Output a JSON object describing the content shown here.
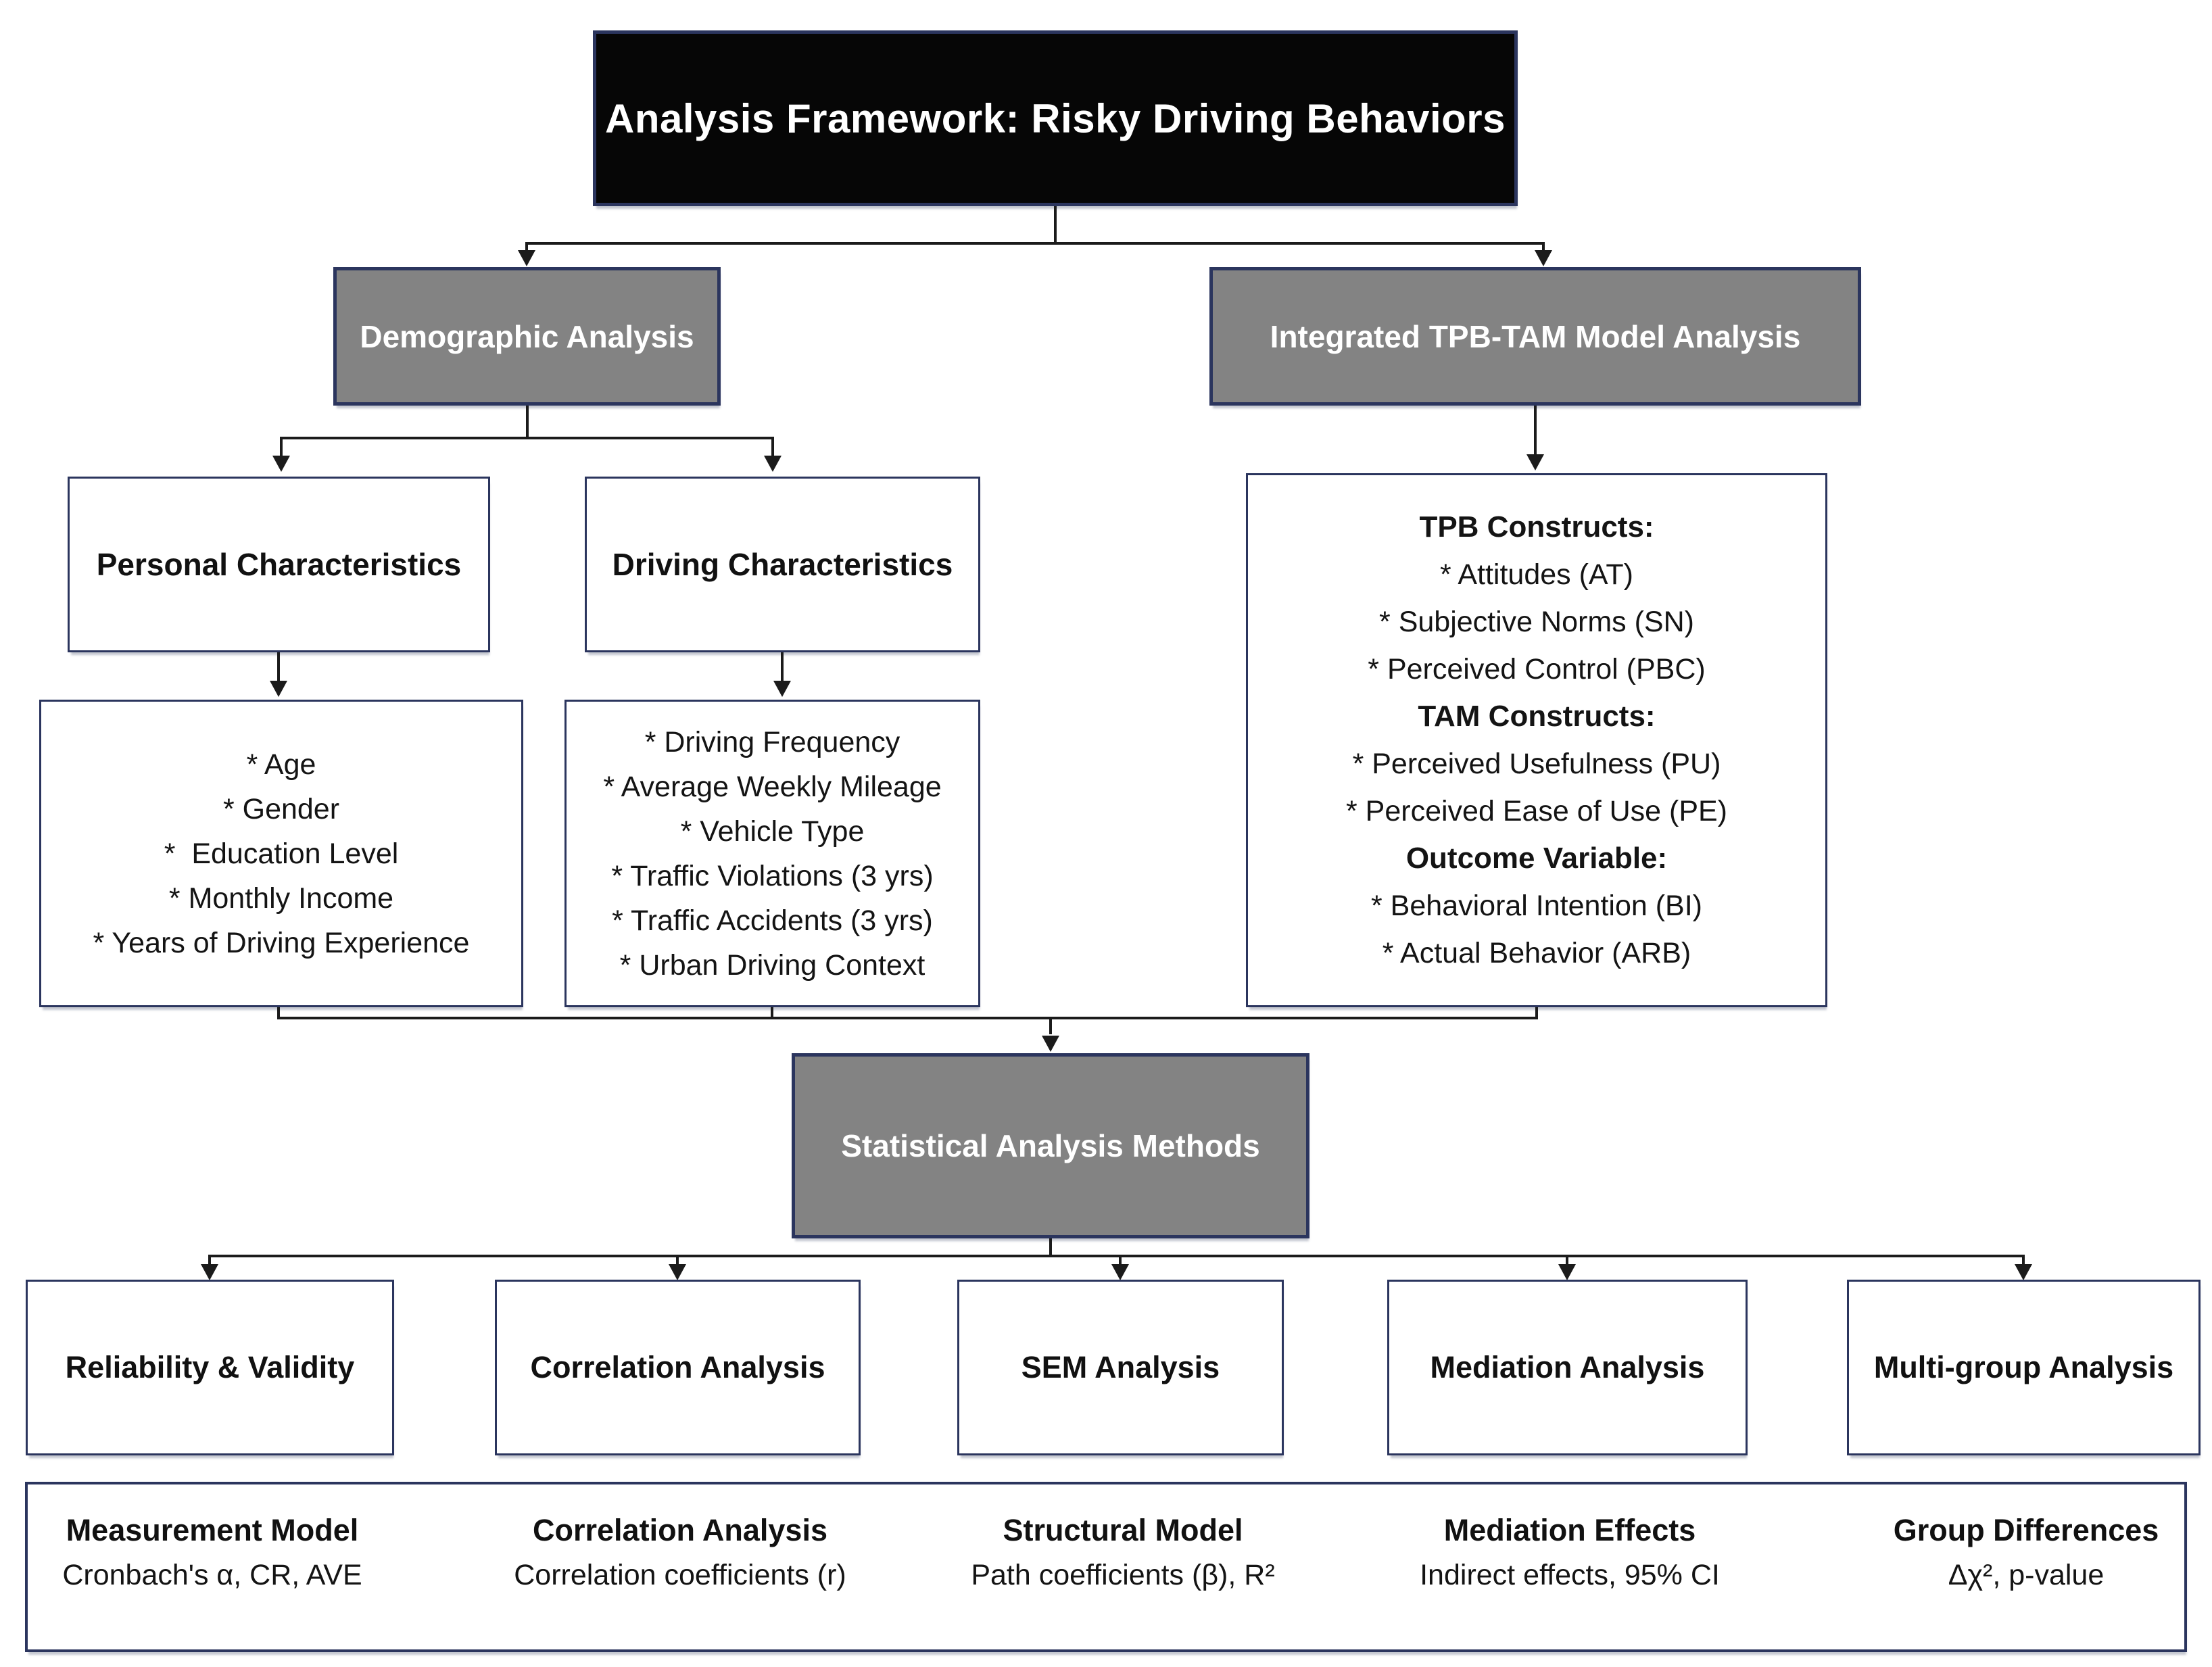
{
  "title": "Analysis Framework: Risky Driving Behaviors",
  "level1": {
    "demographic_label": "Demographic Analysis",
    "tpb_tam_label": "Integrated TPB-TAM Model Analysis"
  },
  "personal": {
    "label": "Personal Characteristics",
    "items": [
      "* Age",
      "* Gender",
      "*  Education Level",
      "* Monthly Income",
      "* Years of Driving Experience"
    ]
  },
  "driving": {
    "label": "Driving Characteristics",
    "items": [
      "* Driving Frequency",
      "* Average Weekly Mileage",
      "* Vehicle Type",
      "* Traffic Violations (3 yrs)",
      "* Traffic Accidents (3 yrs)",
      "* Urban Driving Context"
    ]
  },
  "tpb_tam_box": {
    "lines": [
      {
        "text": "TPB Constructs:",
        "bold": true
      },
      {
        "text": "* Attitudes (AT)",
        "bold": false
      },
      {
        "text": "* Subjective Norms (SN)",
        "bold": false
      },
      {
        "text": "* Perceived Control (PBC)",
        "bold": false
      },
      {
        "text": "TAM Constructs:",
        "bold": true
      },
      {
        "text": "* Perceived Usefulness (PU)",
        "bold": false
      },
      {
        "text": "* Perceived Ease of Use (PE)",
        "bold": false
      },
      {
        "text": "Outcome Variable:",
        "bold": true
      },
      {
        "text": "* Behavioral Intention (BI)",
        "bold": false
      },
      {
        "text": "* Actual Behavior (ARB)",
        "bold": false
      }
    ]
  },
  "statistical_label": "Statistical Analysis Methods",
  "methods": [
    {
      "label": "Reliability & Validity",
      "detail_title": "Measurement Model",
      "detail_text": "Cronbach's α, CR, AVE"
    },
    {
      "label": "Correlation Analysis",
      "detail_title": "Correlation Analysis",
      "detail_text": "Correlation coefficients (r)"
    },
    {
      "label": "SEM Analysis",
      "detail_title": "Structural Model",
      "detail_text": "Path coefficients (β), R²"
    },
    {
      "label": "Mediation Analysis",
      "detail_title": "Mediation Effects",
      "detail_text": "Indirect effects, 95% CI"
    },
    {
      "label": "Multi-group Analysis",
      "detail_title": "Group Differences",
      "detail_text": "Δχ², p-value"
    }
  ],
  "colors": {
    "title_bg": "#060606",
    "title_text": "#ffffff",
    "node_gray": "#838383",
    "node_border_navy": "#2b355e",
    "connector": "#1b1b1b",
    "background": "#ffffff",
    "body_text": "#141414"
  }
}
